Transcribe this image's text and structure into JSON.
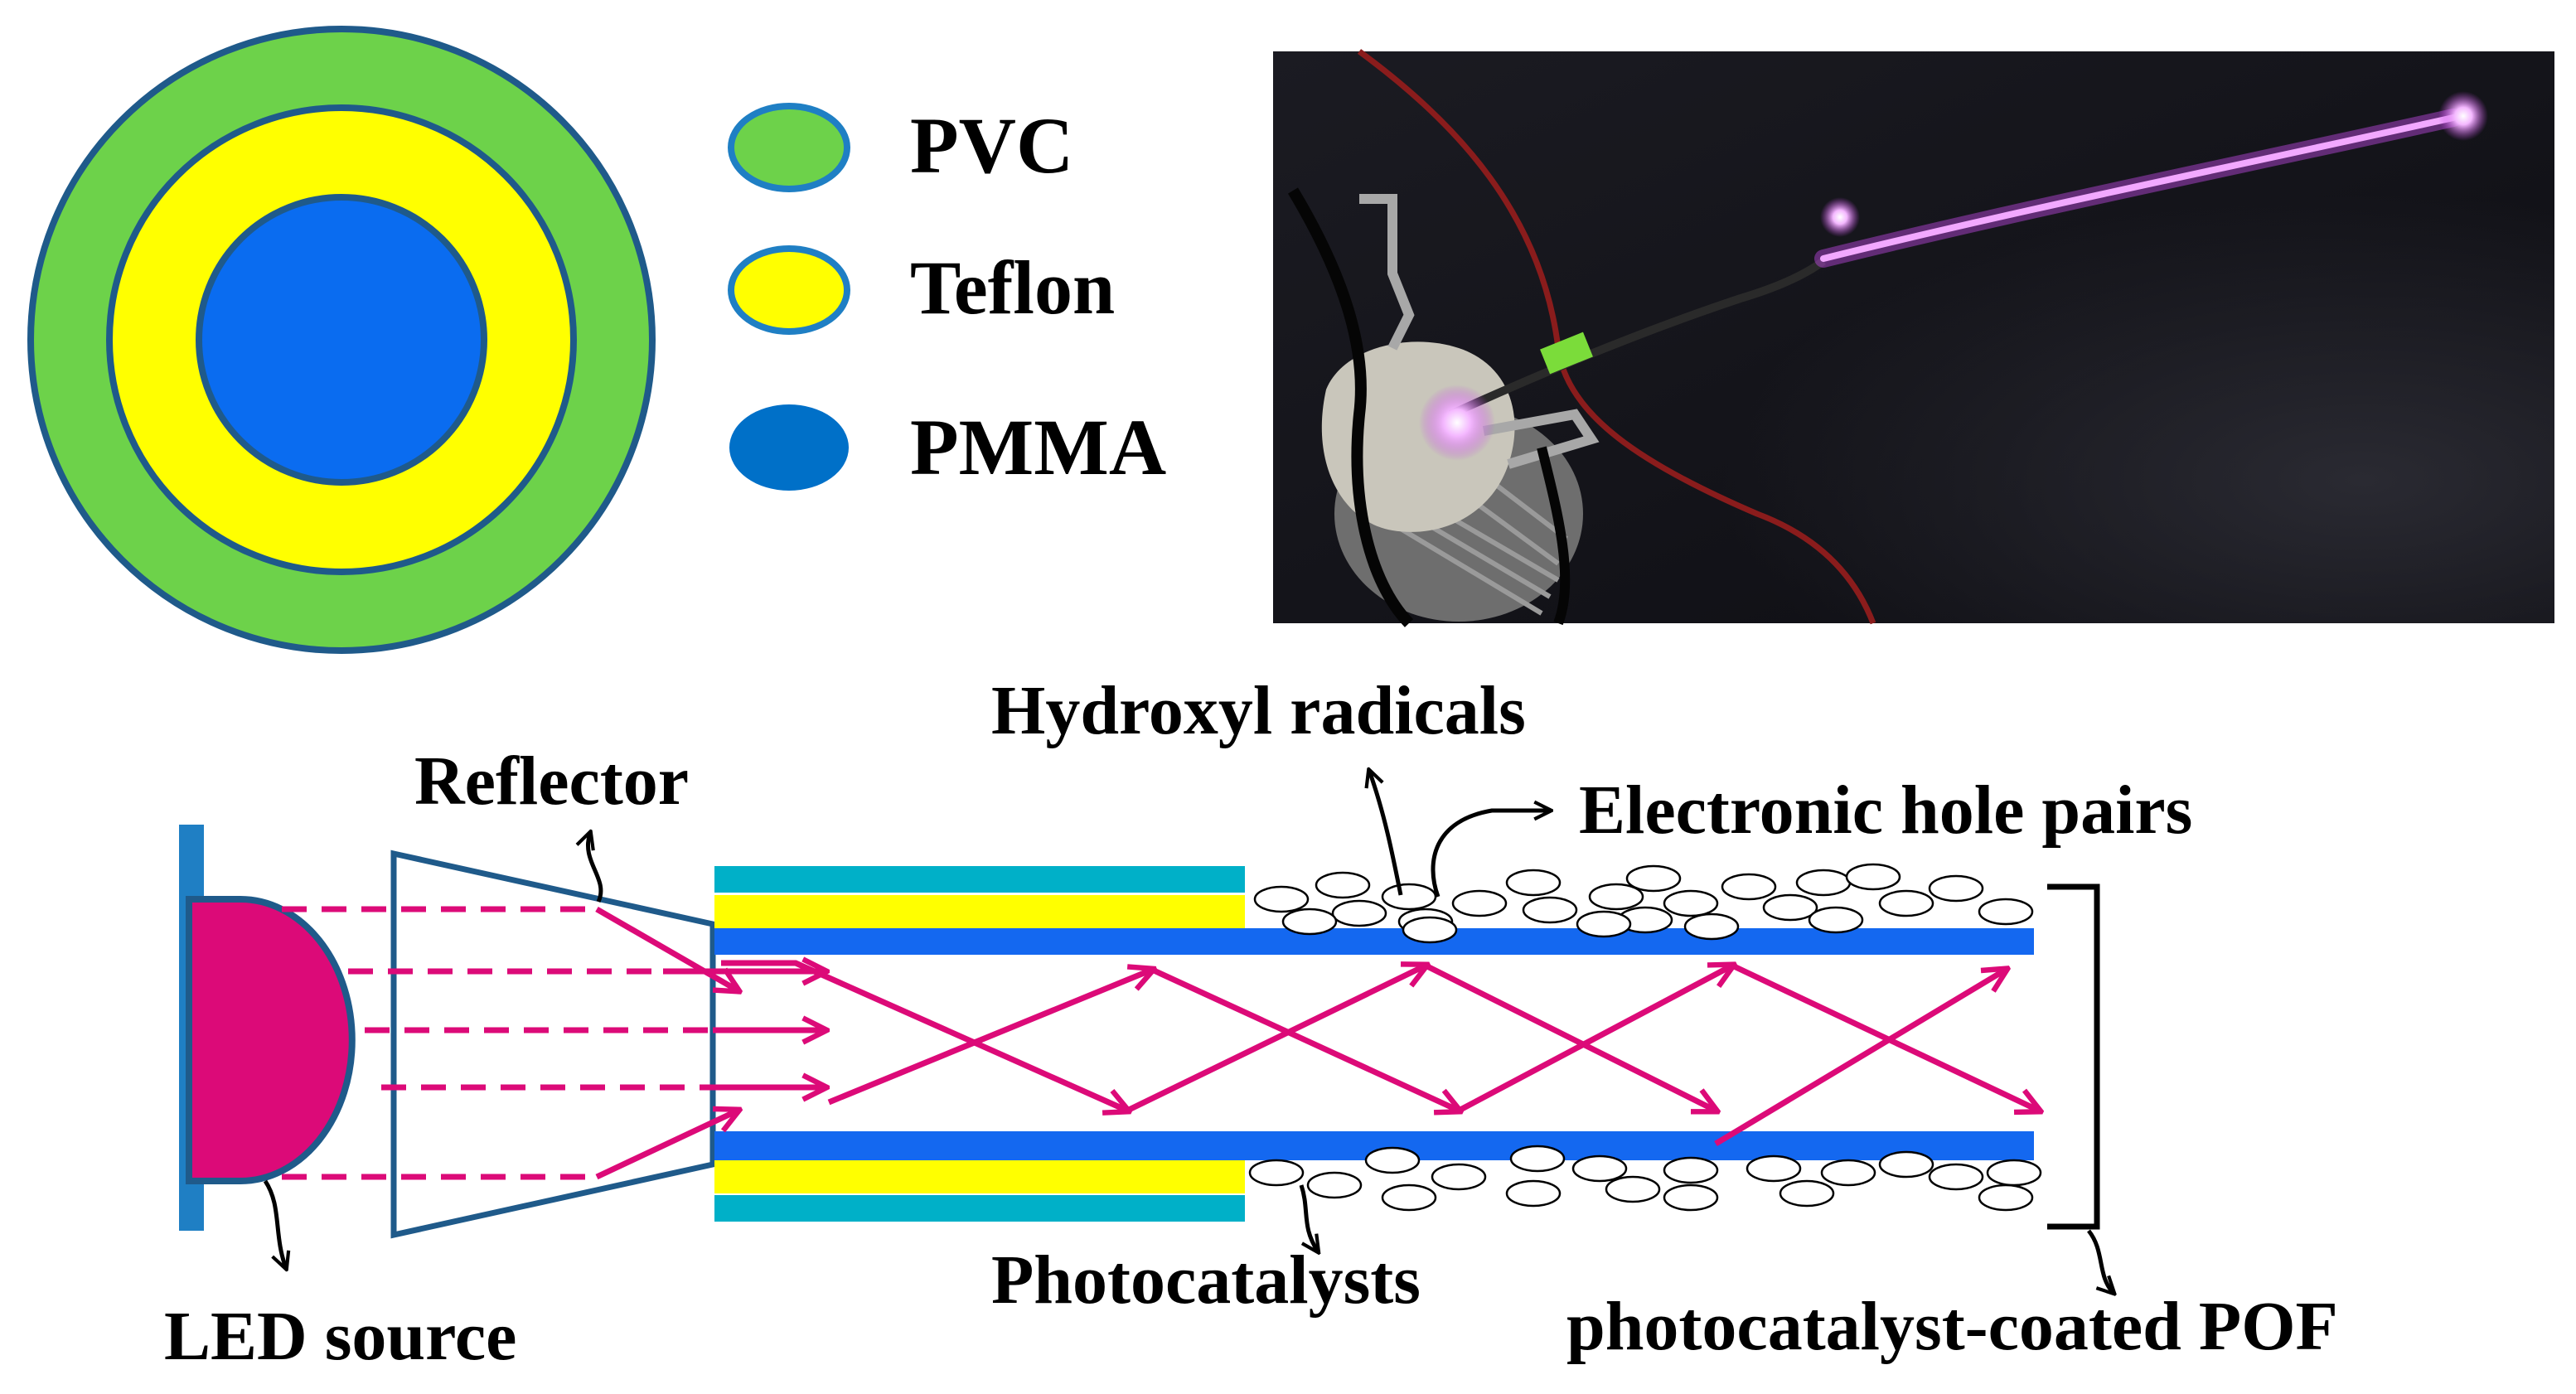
{
  "legend": {
    "items": [
      {
        "label": "PVC",
        "fill": "#6dd24a",
        "stroke": "#1f7fc4"
      },
      {
        "label": "Teflon",
        "fill": "#ffff00",
        "stroke": "#1f7fc4"
      },
      {
        "label": "PMMA",
        "fill": "#0070c8",
        "stroke": "#0070c8"
      }
    ]
  },
  "labels": {
    "hydroxyl": "Hydroxyl radicals",
    "reflector": "Reflector",
    "electronic": "Electronic hole pairs",
    "led": "LED source",
    "photocatalysts": "Photocatalysts",
    "pof": "photocatalyst-coated POF"
  },
  "colors": {
    "pvc": "#6dd24a",
    "teflon": "#ffff00",
    "pmma": "#0a6cf0",
    "outline": "#1f5a8a",
    "led": "#dc0a78",
    "ray": "#dc0a78",
    "jacket": "#00b0c8",
    "core": "#1468f0"
  }
}
